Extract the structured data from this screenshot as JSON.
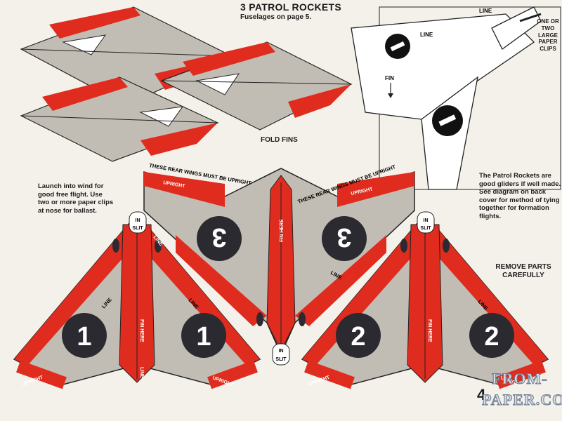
{
  "header": {
    "title": "3 PATROL ROCKETS",
    "subtitle": "Fuselages on page 5."
  },
  "instructions": {
    "fold_fins": "FOLD FINS",
    "launch": "Launch into wind for good free flight. Use two or more paper clips at nose for ballast.",
    "patrol": "The Patrol Rockets are good gliders if well made. See diagram on back cover for method of tying together for formation flights.",
    "remove": "REMOVE PARTS CAREFULLY"
  },
  "diagram": {
    "line_label_1": "LINE",
    "line_label_2": "LINE",
    "fin_label": "FIN",
    "clips_note": "ONE OR TWO LARGE PAPER CLIPS"
  },
  "rear_wings": {
    "note_left": "THESE REAR WINGS MUST BE UPRIGHT",
    "note_right": "THESE REAR WINGS MUST BE UPRIGHT"
  },
  "parts": {
    "upright": "UPRIGHT",
    "line": "LINE",
    "fin_here": "FIN HERE",
    "in": "IN",
    "slit": "SLIT",
    "num_1": "1",
    "num_2": "2",
    "num_3": "3"
  },
  "page_number": "4",
  "watermark": {
    "line1": "FROM-",
    "line2": "PAPER.COM"
  },
  "colors": {
    "paper": "#f4f1ea",
    "red": "#e02c1e",
    "gray": "#c2bdb4",
    "dark": "#2b2a31"
  }
}
